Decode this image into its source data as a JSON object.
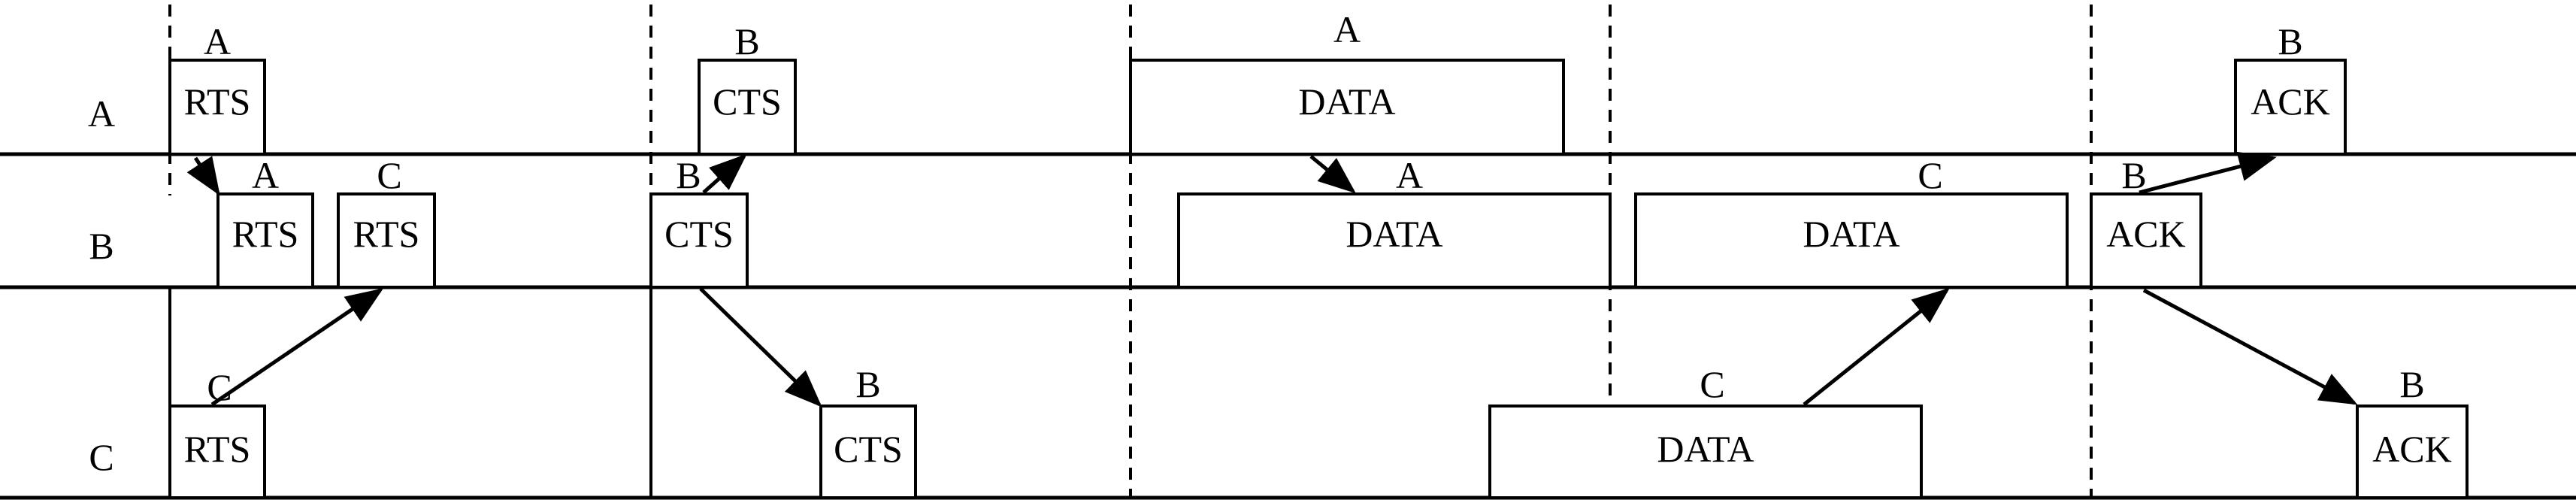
{
  "rows": [
    {
      "id": "A",
      "label": "A"
    },
    {
      "id": "B",
      "label": "B"
    },
    {
      "id": "C",
      "label": "C"
    }
  ],
  "frames": [
    {
      "id": "a-rts",
      "row": "A",
      "label": "RTS",
      "owner": "A"
    },
    {
      "id": "b-rts-a",
      "row": "B",
      "label": "RTS",
      "owner": "A"
    },
    {
      "id": "b-rts-c",
      "row": "B",
      "label": "RTS",
      "owner": "C"
    },
    {
      "id": "c-rts",
      "row": "C",
      "label": "RTS",
      "owner": "C"
    },
    {
      "id": "a-cts",
      "row": "A",
      "label": "CTS",
      "owner": "B"
    },
    {
      "id": "b-cts",
      "row": "B",
      "label": "CTS",
      "owner": "B"
    },
    {
      "id": "c-cts",
      "row": "C",
      "label": "CTS",
      "owner": "B"
    },
    {
      "id": "a-data",
      "row": "A",
      "label": "DATA",
      "owner": "A"
    },
    {
      "id": "b-data-a",
      "row": "B",
      "label": "DATA",
      "owner": "A"
    },
    {
      "id": "b-data-c",
      "row": "B",
      "label": "DATA",
      "owner": "C"
    },
    {
      "id": "c-data",
      "row": "C",
      "label": "DATA",
      "owner": "C"
    },
    {
      "id": "a-ack",
      "row": "A",
      "label": "ACK",
      "owner": "B"
    },
    {
      "id": "b-ack",
      "row": "B",
      "label": "ACK",
      "owner": "B"
    },
    {
      "id": "c-ack",
      "row": "C",
      "label": "ACK",
      "owner": "B"
    }
  ],
  "transmissions": [
    {
      "from": "a-rts",
      "to": "b-rts-a"
    },
    {
      "from": "c-rts",
      "to": "b-rts-c"
    },
    {
      "from": "b-cts",
      "to": "a-cts"
    },
    {
      "from": "b-cts",
      "to": "c-cts"
    },
    {
      "from": "a-data",
      "to": "b-data-a"
    },
    {
      "from": "c-data",
      "to": "b-data-c"
    },
    {
      "from": "b-ack",
      "to": "a-ack"
    },
    {
      "from": "b-ack",
      "to": "c-ack"
    }
  ]
}
